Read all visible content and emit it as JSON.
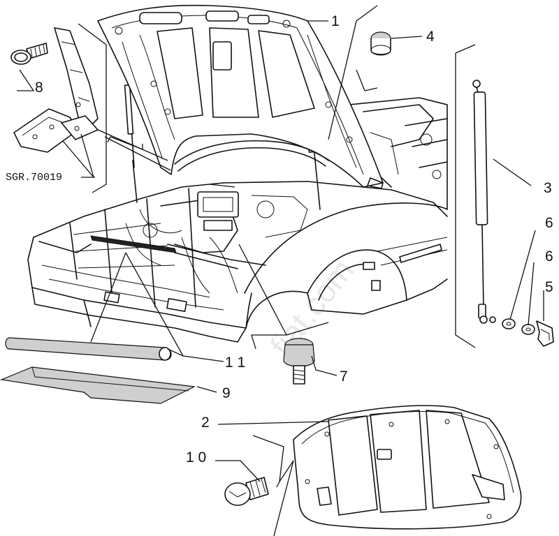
{
  "callouts": {
    "c1": "1",
    "c2": "2",
    "c3": "3",
    "c4": "4",
    "c5": "5",
    "c6a": "6",
    "c6b": "6",
    "c7": "7",
    "c8": "8",
    "c9": "9",
    "c10": "1 0",
    "c11": "1 1"
  },
  "reference_code": "SGR.70019",
  "watermark": "fiat.com"
}
